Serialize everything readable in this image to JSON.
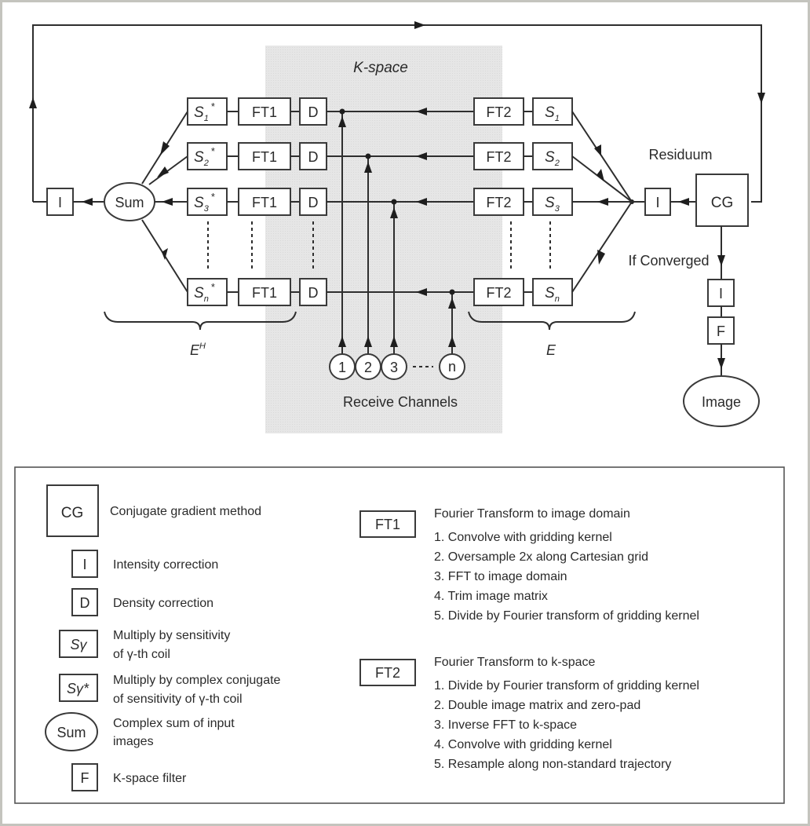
{
  "diagram": {
    "kspace_label": "K-space",
    "residuum_label": "Residuum",
    "converged_label": "If Converged",
    "receive_channels_label": "Receive Channels",
    "eh_label": "E",
    "eh_sup": "H",
    "e_label": "E",
    "sum_label": "Sum",
    "cg_label": "CG",
    "image_label": "Image",
    "i_label": "I",
    "f_label": "F",
    "d_label": "D",
    "ft1_label": "FT1",
    "ft2_label": "FT2",
    "s_label": "S",
    "conj_mark": "*",
    "rows": [
      {
        "sub": "1"
      },
      {
        "sub": "2"
      },
      {
        "sub": "3"
      },
      {
        "sub": "n"
      }
    ],
    "channels": [
      "1",
      "2",
      "3",
      "n"
    ],
    "channel_ellipsis": "---"
  },
  "legend": {
    "items": [
      {
        "symbol": "CG",
        "text": [
          "Conjugate gradient method"
        ]
      },
      {
        "symbol": "I",
        "text": [
          "Intensity correction"
        ]
      },
      {
        "symbol": "D",
        "text": [
          "Density correction"
        ]
      },
      {
        "symbol": "Sγ",
        "text": [
          "Multiply by sensitivity",
          "of γ-th coil"
        ]
      },
      {
        "symbol": "Sγ*",
        "text": [
          "Multiply by complex conjugate",
          "of sensitivity of γ-th coil"
        ]
      },
      {
        "symbol": "Sum",
        "text": [
          "Complex sum of input",
          "images"
        ]
      },
      {
        "symbol": "F",
        "text": [
          "K-space filter"
        ]
      }
    ],
    "ft1": {
      "symbol": "FT1",
      "title": "Fourier Transform to image domain",
      "steps": [
        "1. Convolve with gridding kernel",
        "2. Oversample 2x along Cartesian grid",
        "3. FFT to image domain",
        "4. Trim image matrix",
        "5. Divide by Fourier transform of gridding kernel"
      ]
    },
    "ft2": {
      "symbol": "FT2",
      "title": "Fourier Transform to k-space",
      "steps": [
        "1. Divide by Fourier transform of gridding kernel",
        "2. Double image matrix and zero-pad",
        "3. Inverse FFT to k-space",
        "4. Convolve with gridding kernel",
        "5. Resample along non-standard trajectory"
      ]
    }
  }
}
